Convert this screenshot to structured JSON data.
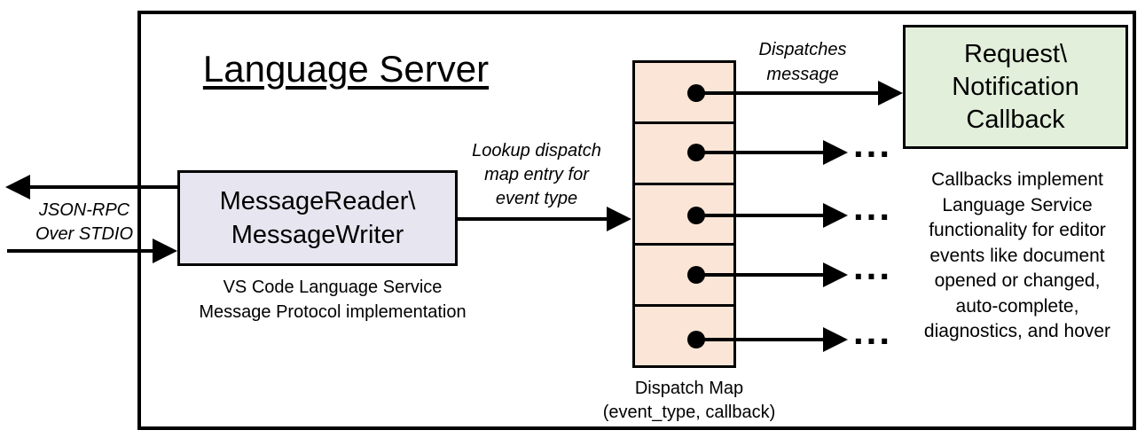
{
  "title": "Language Server",
  "left_io_label": "JSON-RPC\nOver STDIO",
  "message_box": {
    "label": "MessageReader\\\nMessageWriter",
    "caption": "VS Code Language Service\nMessage Protocol implementation"
  },
  "lookup_arrow_label": "Lookup dispatch\nmap entry for\nevent type",
  "dispatch_arrow_label": "Dispatches\nmessage",
  "callback_box_label": "Request\\\nNotification\nCallback",
  "dispatch_map": {
    "rows": 5,
    "caption": "Dispatch Map\n(event_type, callback)"
  },
  "callbacks_note": "Callbacks implement\nLanguage Service\nfunctionality for editor\nevents like document\nopened or changed,\nauto-complete,\ndiagnostics, and hover",
  "ellipsis": "...",
  "colors": {
    "background": "#ffffff",
    "line": "#000000",
    "message_box_fill": "#e7e6f0",
    "dispatch_cell_fill": "#fbe5d6",
    "callback_box_fill": "#e2efda"
  }
}
